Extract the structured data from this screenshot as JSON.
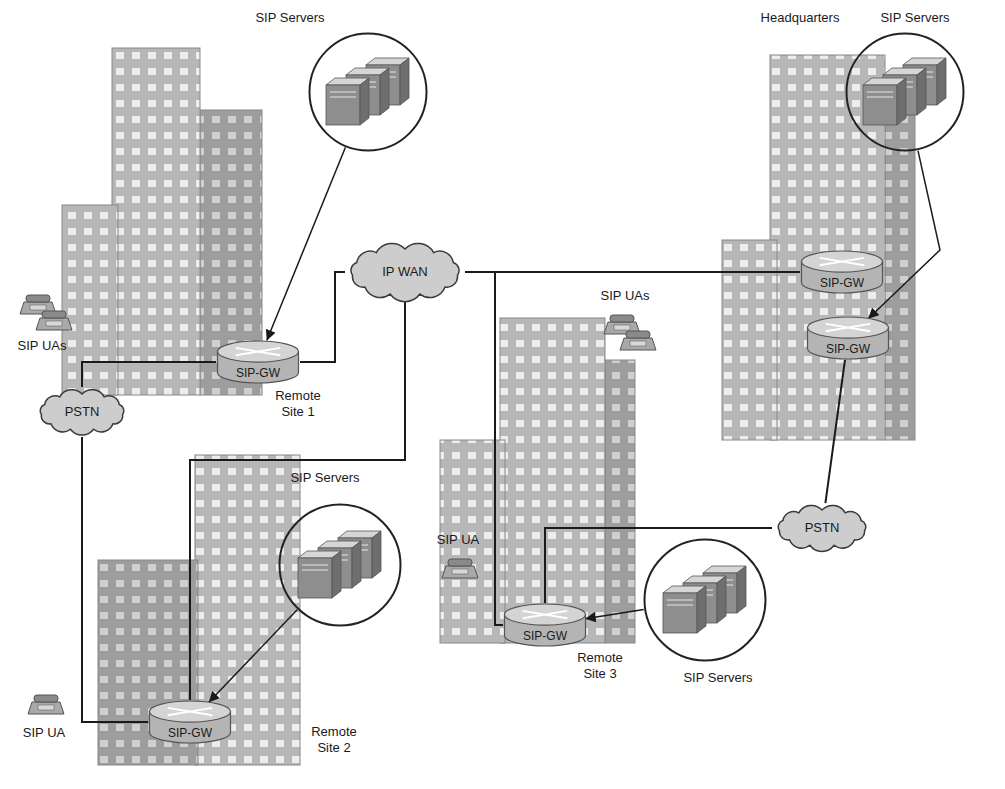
{
  "diagram": {
    "nodes": [
      {
        "text": [
          "SIP Servers"
        ]
      },
      {
        "text": [
          "SIP Servers"
        ]
      },
      {
        "text": [
          "IP WAN"
        ]
      },
      {
        "text": [
          "SIP-GW",
          "Remote Site 1"
        ]
      },
      {
        "text": [
          "SIP-GW"
        ]
      },
      {
        "text": [
          "SIP-GW"
        ]
      },
      {
        "text": [
          "PSTN"
        ]
      },
      {
        "text": [
          "PSTN"
        ]
      },
      {
        "text": [
          "SIP Servers"
        ]
      },
      {
        "text": [
          "SIP-GW",
          "Remote Site 3"
        ]
      },
      {
        "text": [
          "SIP Servers"
        ]
      },
      {
        "text": [
          "SIP-GW",
          "Remote Site 2"
        ]
      }
    ],
    "edges": [
      {
        "from": 0,
        "to": 3,
        "arrow": "to"
      },
      {
        "from": 1,
        "to": 5,
        "arrow": "to"
      },
      {
        "from": 3,
        "to": 2,
        "arrow": "none"
      },
      {
        "from": 2,
        "to": 4,
        "arrow": "none"
      },
      {
        "from": 3,
        "to": 6,
        "arrow": "none"
      },
      {
        "from": 2,
        "to": 9,
        "arrow": "none"
      },
      {
        "from": 2,
        "to": 11,
        "arrow": "none"
      },
      {
        "from": 5,
        "to": 7,
        "arrow": "none"
      },
      {
        "from": 6,
        "to": 11,
        "arrow": "none"
      },
      {
        "from": 7,
        "to": 9,
        "arrow": "none"
      },
      {
        "from": 8,
        "to": 11,
        "arrow": "to"
      },
      {
        "from": 10,
        "to": 9,
        "arrow": "to"
      }
    ],
    "labels": [
      "Headquarters",
      "SIP UAs",
      "SIP UAs",
      "SIP UA",
      "SIP UA"
    ]
  }
}
